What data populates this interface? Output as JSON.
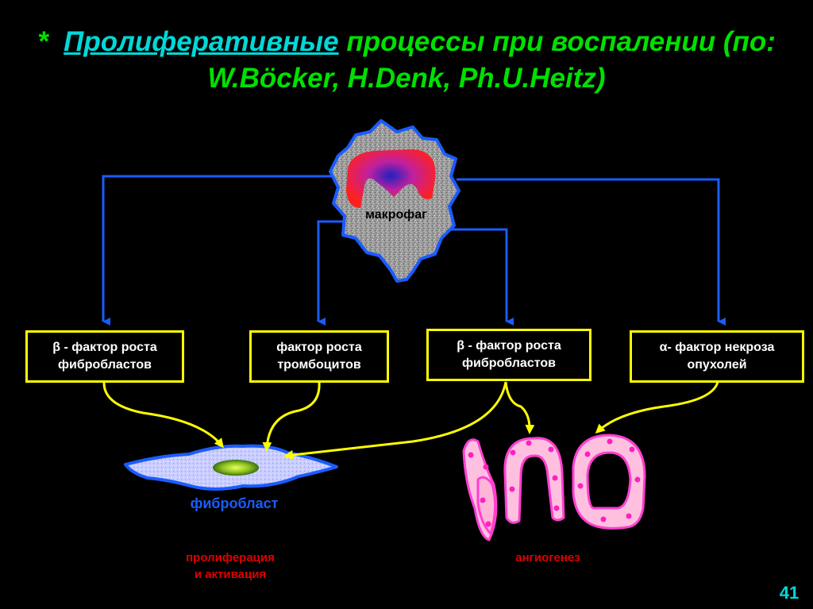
{
  "title": {
    "star": "*",
    "emph": "Пролиферативные",
    "rest": " процессы при воспалении (по:",
    "line2": "W.Böcker, H.Denk, Ph.U.Heitz)"
  },
  "macrophage_label": "макрофаг",
  "boxes": [
    {
      "line1": "β -  фактор роста",
      "line2": "фибробластов"
    },
    {
      "line1": "фактор роста",
      "line2": "тромбоцитов"
    },
    {
      "line1": "β - фактор роста",
      "line2": "фибробластов"
    },
    {
      "line1": "α- фактор некроза",
      "line2": "опухолей"
    }
  ],
  "fibroblast_label": "фибробласт",
  "proliferation_label": {
    "line1": "пролиферация",
    "line2": "и активация"
  },
  "angiogenesis_label": "ангиогенез",
  "page_number": "41",
  "colors": {
    "title": "#00e000",
    "title_emph": "#00d8d8",
    "box_border": "#ffff00",
    "blue_arrow": "#1a5cff",
    "yellow_arrow": "#ffff00",
    "fibroblast_label": "#1a5cff",
    "red_label": "#e00000"
  }
}
